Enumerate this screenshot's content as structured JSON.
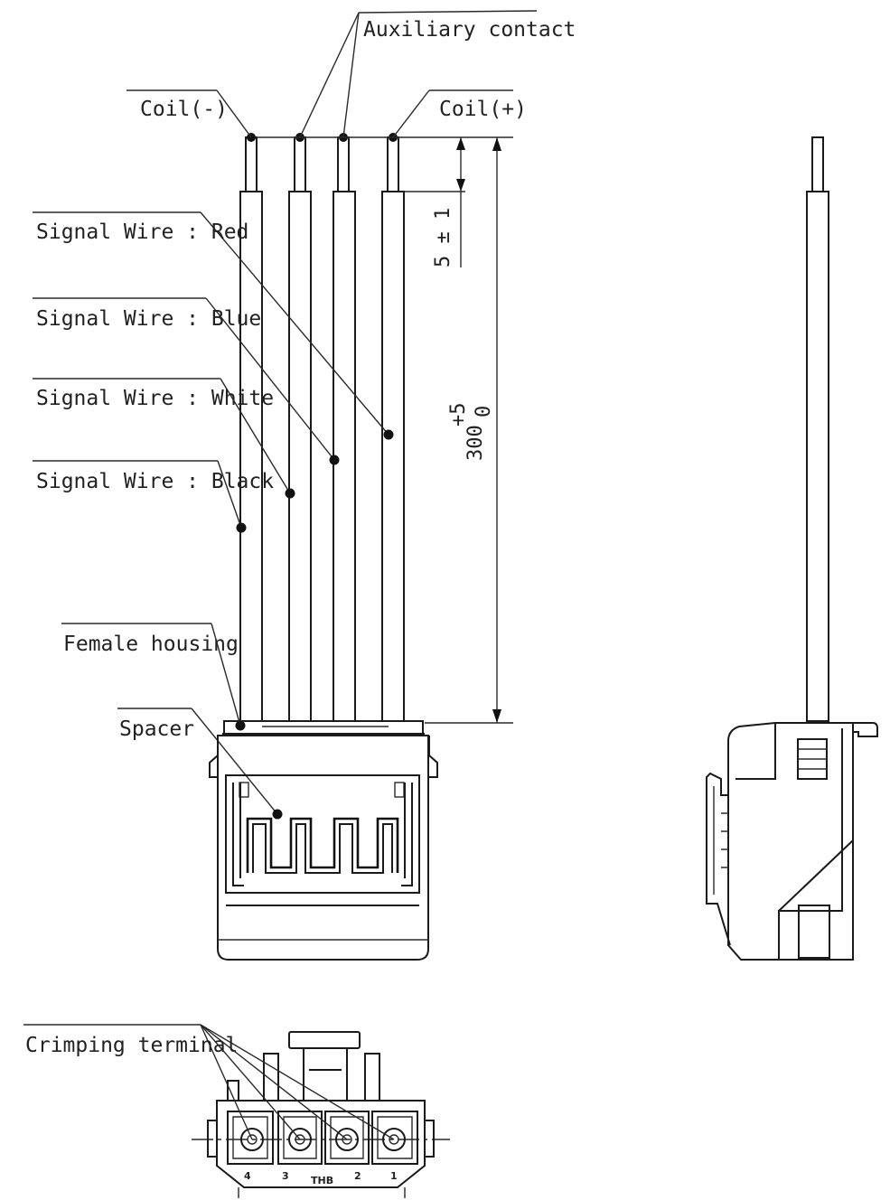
{
  "labels": {
    "auxiliary_contact": "Auxiliary contact",
    "coil_minus": "Coil(-)",
    "coil_plus": "Coil(+)",
    "signal_red": "Signal Wire : Red",
    "signal_blue": "Signal Wire : Blue",
    "signal_white": "Signal Wire : White",
    "signal_black": "Signal Wire : Black",
    "female_housing": "Female housing",
    "spacer": "Spacer",
    "crimping_terminal": "Crimping terminal"
  },
  "dimensions": {
    "strip_length": "5 ± 1",
    "wire_length": "300",
    "wire_tol_upper": "+5",
    "wire_tol_lower": "0"
  },
  "pin_numbers": [
    "4",
    "3",
    "2",
    "1"
  ],
  "housing_mark": "THB"
}
